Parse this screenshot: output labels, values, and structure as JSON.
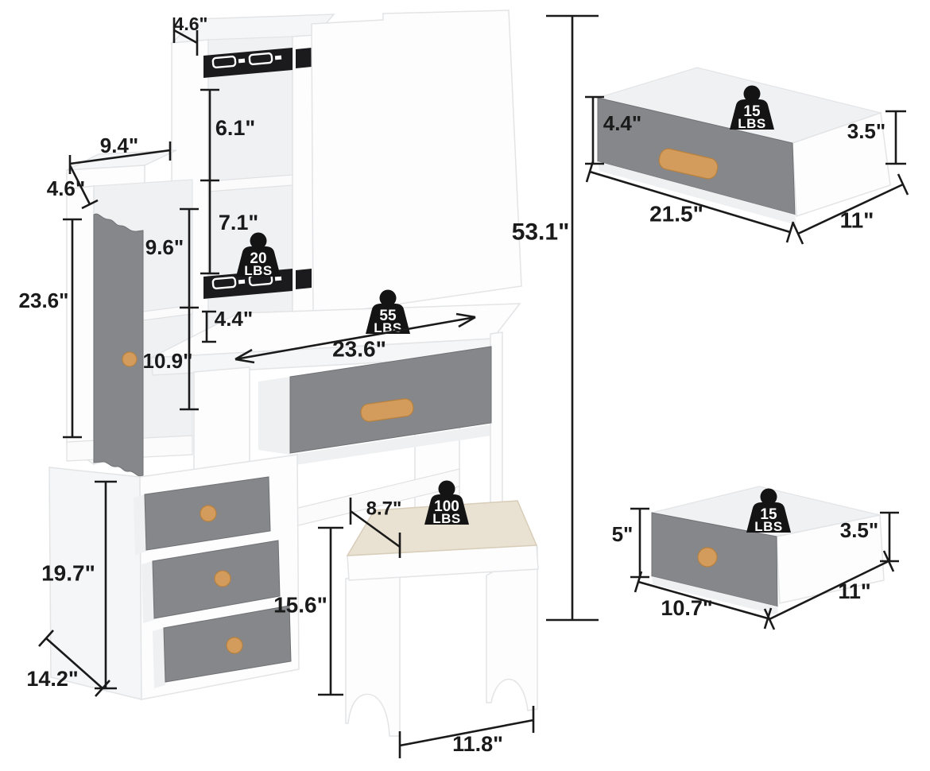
{
  "colors": {
    "front_gray": "#85878a",
    "wood": "#d39c5c",
    "rail_black": "#1b1b1d",
    "cushion_beige": "#e9e1d1",
    "badge_black": "#141414",
    "dimension_black": "#1a1a1a"
  },
  "main_unit": {
    "dimensions": {
      "top_depth": "4.6\"",
      "hutch_width": "9.4\"",
      "hutch_depth": "4.6\"",
      "upper_shelf_height": "6.1\"",
      "lower_shelf_height": "7.1\"",
      "hutch_open_height": "9.6\"",
      "hutch_side_height": "23.6\"",
      "hutch_door_height": "10.9\"",
      "slide_clearance": "4.4\"",
      "desktop_width": "23.6\"",
      "overall_height": "53.1\"",
      "cabinet_height": "19.7\"",
      "cabinet_depth": "14.2\""
    },
    "weight_limits": {
      "shelf": {
        "value": "20",
        "unit": "LBS"
      },
      "desktop": {
        "value": "55",
        "unit": "LBS"
      }
    }
  },
  "stool": {
    "dimensions": {
      "seat_depth": "8.7\"",
      "height": "15.6\"",
      "width": "11.8\""
    },
    "weight_limit": {
      "value": "100",
      "unit": "LBS"
    }
  },
  "large_drawer": {
    "dimensions": {
      "front_height": "4.4\"",
      "side_height": "3.5\"",
      "width": "21.5\"",
      "depth": "11\""
    },
    "weight_limit": {
      "value": "15",
      "unit": "LBS"
    }
  },
  "small_drawer": {
    "dimensions": {
      "front_height": "5\"",
      "side_height": "3.5\"",
      "width": "10.7\"",
      "depth": "11\""
    },
    "weight_limit": {
      "value": "15",
      "unit": "LBS"
    }
  }
}
